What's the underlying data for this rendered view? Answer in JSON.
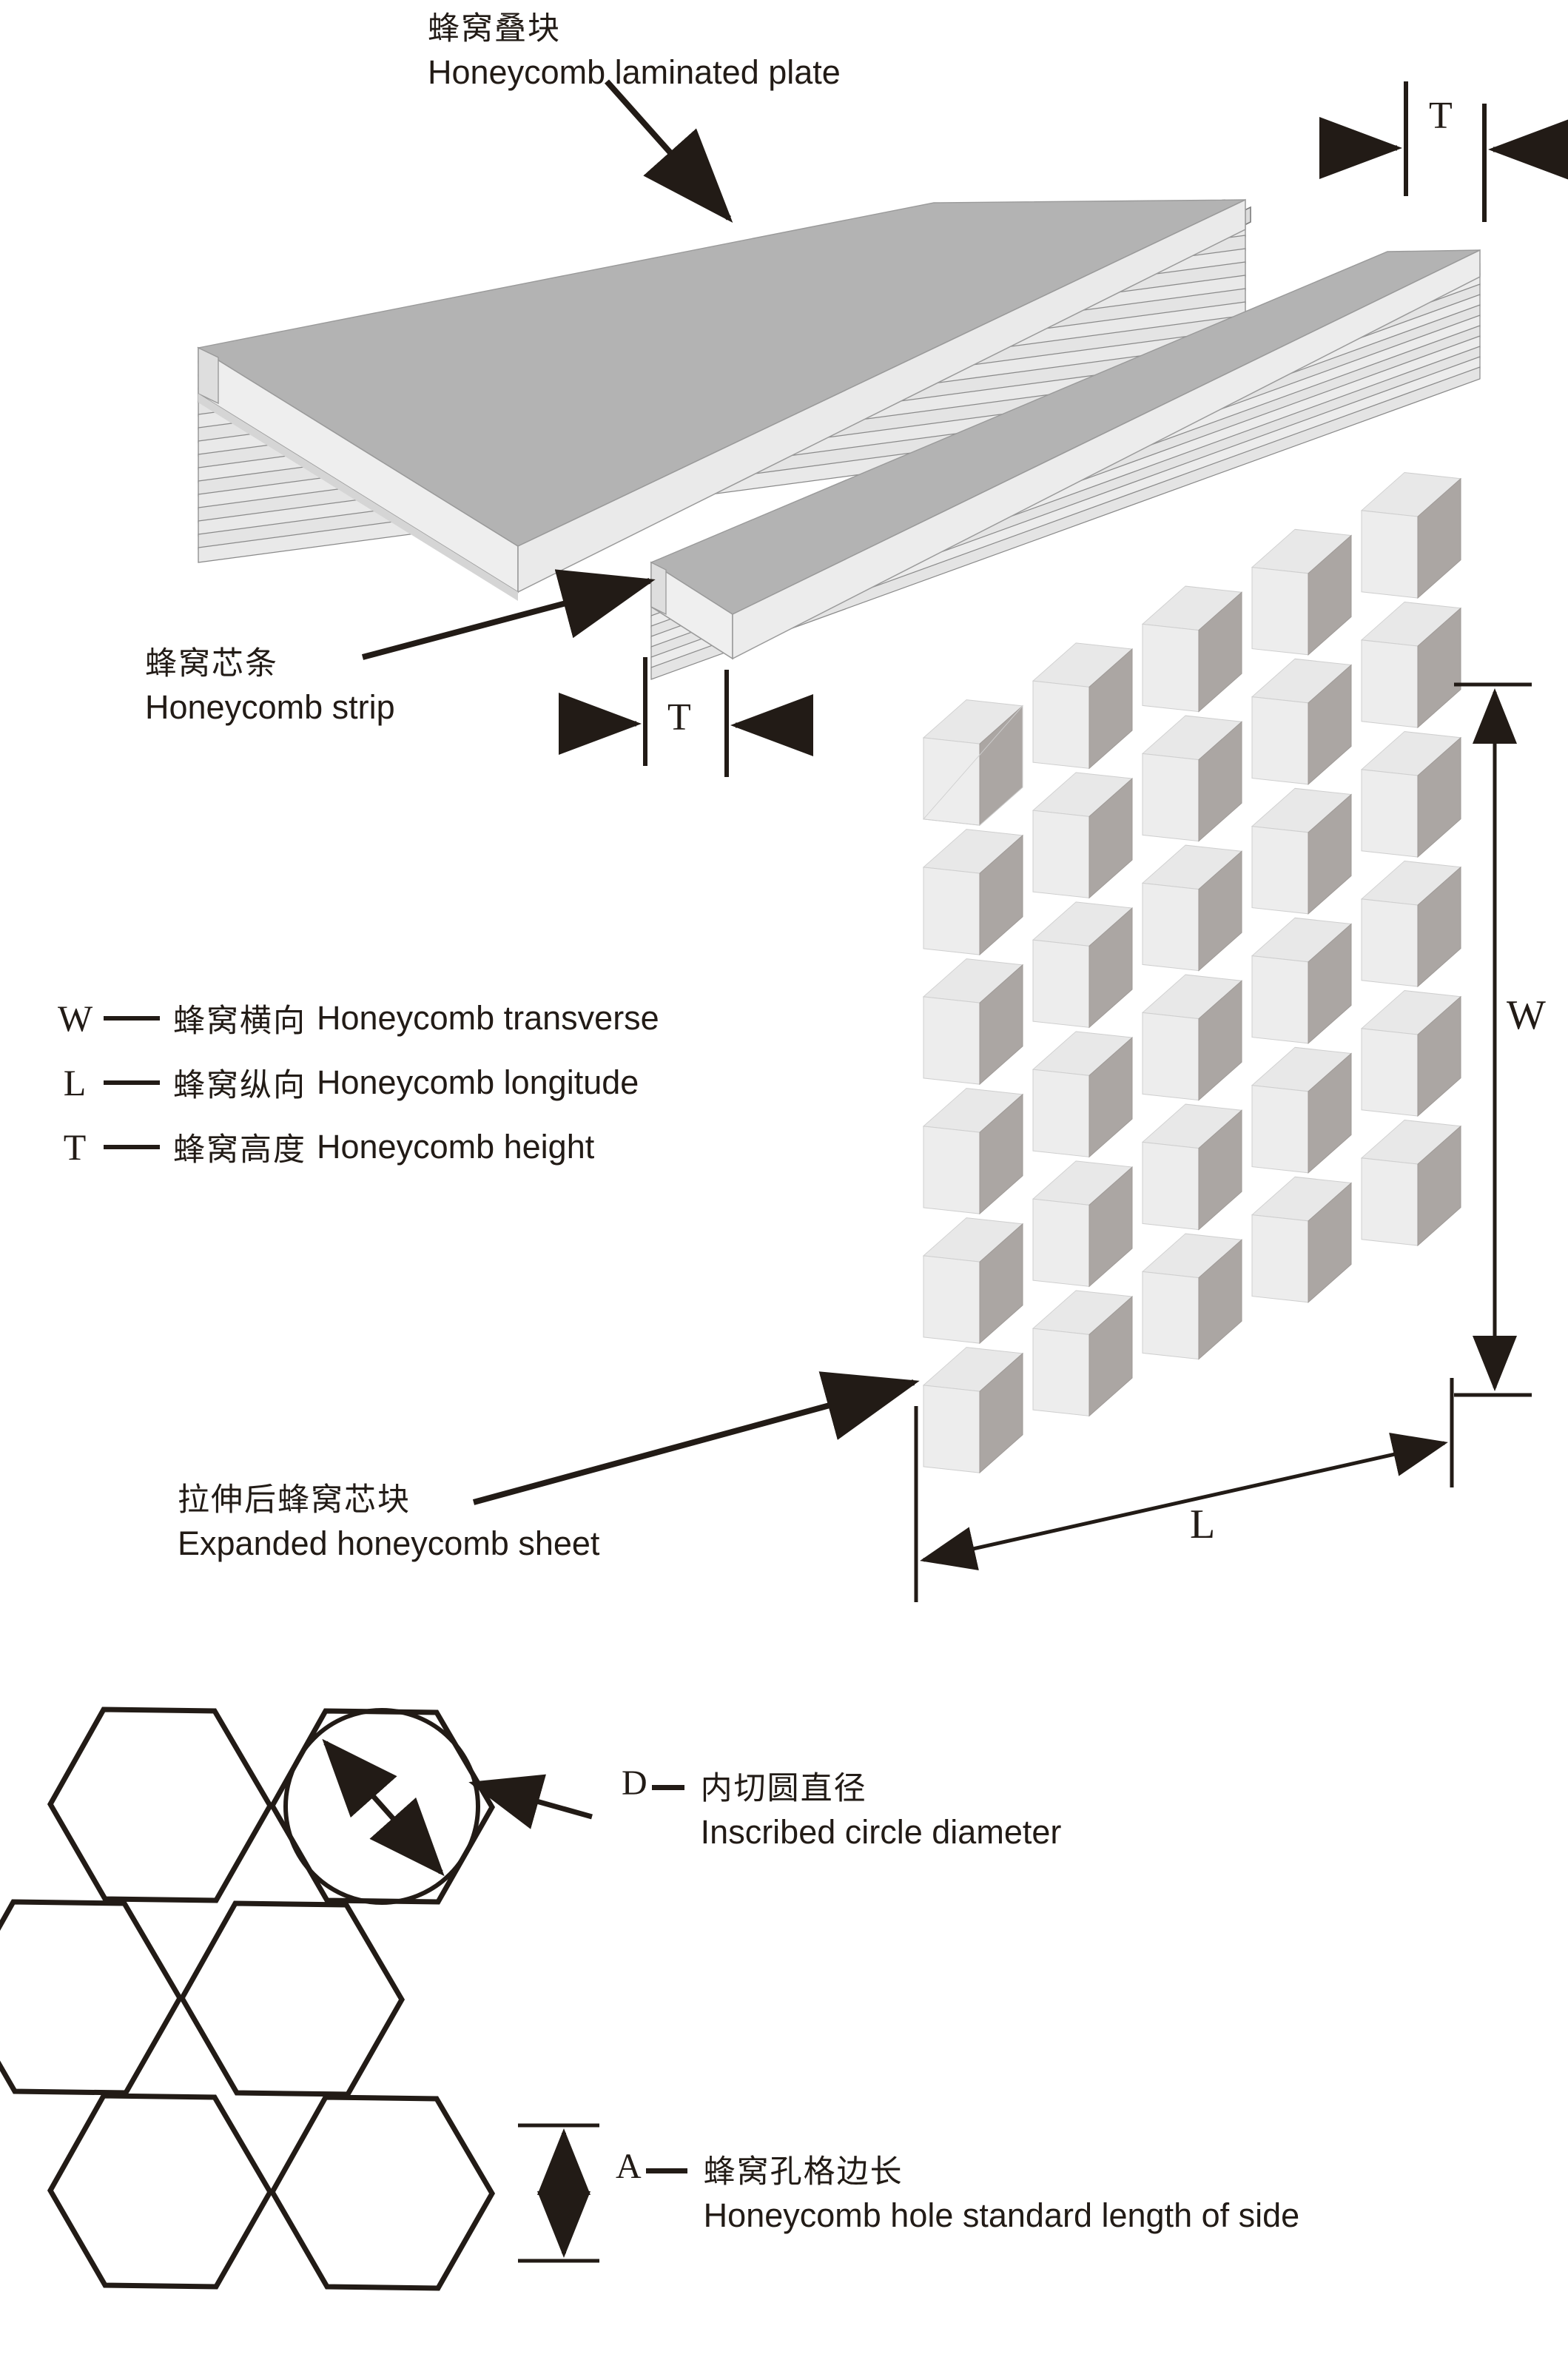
{
  "diagram": {
    "title_cn": "蜂窝叠块",
    "title_en": "Honeycomb laminated plate",
    "strip_cn": "蜂窝芯条",
    "strip_en": "Honeycomb strip",
    "expanded_cn": "拉伸后蜂窝芯块",
    "expanded_en": "Expanded honeycomb sheet"
  },
  "dimensions": {
    "t_top": "T",
    "t_strip": "T",
    "w_sheet": "W",
    "l_sheet": "L"
  },
  "legend": {
    "items": [
      {
        "symbol": "W",
        "cn": "蜂窝横向",
        "en": "Honeycomb transverse"
      },
      {
        "symbol": "L",
        "cn": "蜂窝纵向",
        "en": "Honeycomb longitude"
      },
      {
        "symbol": "T",
        "cn": "蜂窝高度",
        "en": "Honeycomb height"
      }
    ]
  },
  "cell_callouts": {
    "diameter": {
      "symbol": "D",
      "cn": "内切圆直径",
      "en": "Inscribed circle diameter"
    },
    "side": {
      "symbol": "A",
      "cn": "蜂窝孔格边长",
      "en": "Honeycomb hole standard length of side"
    }
  },
  "colors": {
    "line": "#221b16",
    "plate_top": "#b3b3b3",
    "plate_front": "#e8e8e8",
    "plate_side": "#d8d8d8",
    "cell_light": "#ececec",
    "cell_mid": "#d6d6d6",
    "cell_dark": "#aba6a3",
    "background": "#ffffff"
  }
}
